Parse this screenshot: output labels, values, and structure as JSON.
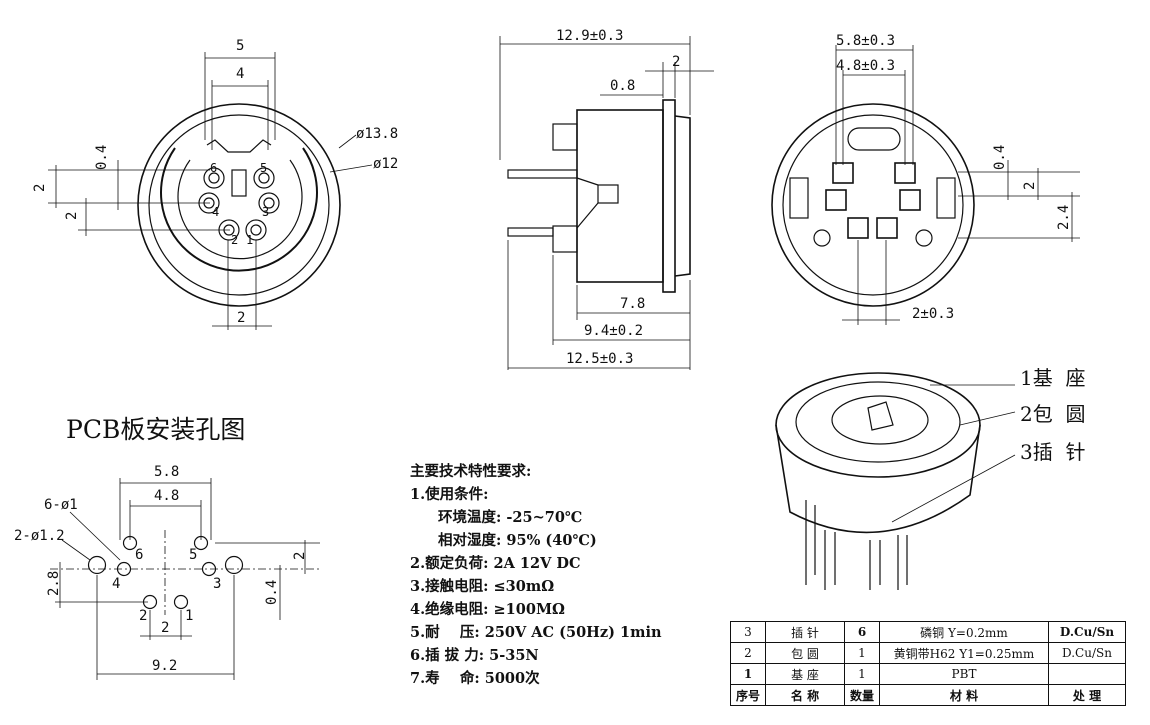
{
  "front_view": {
    "dim_top_outer": "5",
    "dim_top_inner": "4",
    "dim_dia_outer": "ø13.8",
    "dim_dia_inner": "ø12",
    "dim_left_04": "0.4",
    "dim_left_2a": "2",
    "dim_left_2b": "2",
    "dim_bottom": "2",
    "pin_labels": [
      "6",
      "5",
      "4",
      "3",
      "2",
      "1"
    ]
  },
  "side_view": {
    "dim_total_width": "12.9±0.3",
    "dim_2": "2",
    "dim_08": "0.8",
    "dim_78": "7.8",
    "dim_94": "9.4±0.2",
    "dim_125": "12.5±0.3"
  },
  "back_view": {
    "dim_58": "5.8±0.3",
    "dim_48": "4.8±0.3",
    "dim_04": "0.4",
    "dim_2": "2",
    "dim_24": "2.4",
    "dim_bottom": "2±0.3"
  },
  "parts_callouts": [
    {
      "num": "1",
      "name": "基  座"
    },
    {
      "num": "2",
      "name": "包  圆"
    },
    {
      "num": "3",
      "name": "插  针"
    }
  ],
  "pcb": {
    "title": "PCB板安装孔图",
    "dim_58": "5.8",
    "dim_48": "4.8",
    "label_6hole": "6-ø1",
    "label_2hole": "2-ø1.2",
    "dim_28": "2.8",
    "dim_2right": "2",
    "dim_04": "0.4",
    "dim_2mid": "2",
    "dim_92": "9.2",
    "pin_labels": [
      "6",
      "5",
      "4",
      "3",
      "2",
      "1"
    ]
  },
  "specs": {
    "title": "主要技术特性要求:",
    "lines": [
      "1.使用条件:",
      "环境温度: -25~70℃",
      "相对湿度: 95% (40℃)",
      "2.额定负荷: 2A 12V DC",
      "3.接触电阻: ≤30mΩ",
      "4.绝缘电阻: ≥100MΩ",
      "5.耐    压: 250V AC (50Hz) 1min",
      "6.插 拔 力: 5-35N",
      "7.寿    命: 5000次"
    ]
  },
  "bom": {
    "rows": [
      [
        "3",
        "插 针",
        "6",
        "磷铜 Y=0.2mm",
        "D.Cu/Sn"
      ],
      [
        "2",
        "包 圆",
        "1",
        "黄铜带H62 Y1=0.25mm",
        "D.Cu/Sn"
      ],
      [
        "1",
        "基 座",
        "1",
        "PBT",
        ""
      ]
    ],
    "header": [
      "序号",
      "名  称",
      "数量",
      "材  料",
      "处  理"
    ]
  }
}
